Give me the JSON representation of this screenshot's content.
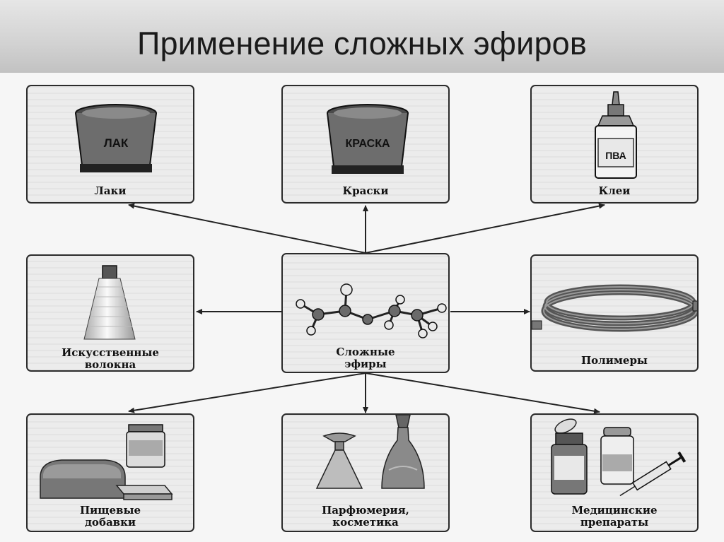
{
  "title": "Применение сложных эфиров",
  "center": {
    "label_line1": "Сложные",
    "label_line2": "эфиры"
  },
  "boxes": {
    "laki": {
      "label": "Лаки",
      "tag": "ЛАК"
    },
    "kraski": {
      "label": "Краски",
      "tag": "КРАСКА"
    },
    "klei": {
      "label": "Клеи",
      "tag": "ПВА"
    },
    "volokna": {
      "label_line1": "Искусственные",
      "label_line2": "волокна"
    },
    "polimery": {
      "label": "Полимеры"
    },
    "pishchevye": {
      "label_line1": "Пищевые",
      "label_line2": "добавки"
    },
    "parfyumeriya": {
      "label_line1": "Парфюмерия,",
      "label_line2": "косметика"
    },
    "preparaty": {
      "label_line1": "Медицинские",
      "label_line2": "препараты"
    }
  },
  "icons": [
    "varnish-can-icon",
    "paint-can-icon",
    "glue-bottle-icon",
    "thread-spool-icon",
    "molecule-icon",
    "hose-icon",
    "food-bread-jar-icon",
    "perfume-bottles-icon",
    "medicine-syringe-icon"
  ]
}
